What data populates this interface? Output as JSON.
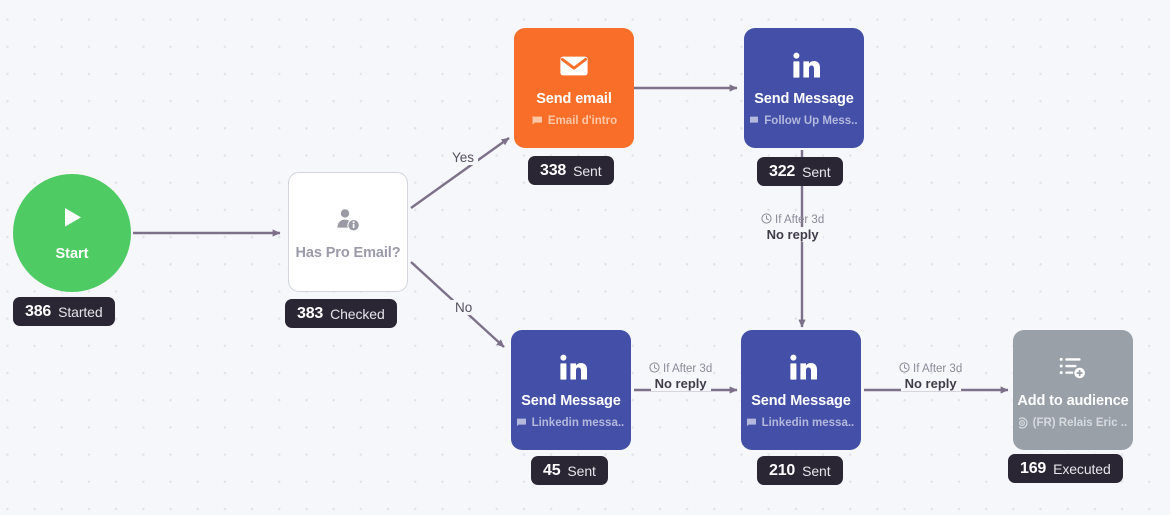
{
  "canvas": {
    "background": "#f6f7fa",
    "dot_color": "#e2e3e9"
  },
  "colors": {
    "start_green": "#4ecb62",
    "email_orange": "#f96f2a",
    "linkedin_blue": "#4450a8",
    "audience_grey": "#99a0a8",
    "badge_dark": "#2b2633",
    "edge_grey": "#7d7189"
  },
  "nodes": {
    "start": {
      "label": "Start",
      "icon": "play-icon",
      "badge": {
        "count": "386",
        "label": "Started"
      }
    },
    "condition": {
      "title": "Has Pro Email?",
      "icon": "person-info-icon",
      "badge": {
        "count": "383",
        "label": "Checked"
      }
    },
    "send_email": {
      "title": "Send email",
      "subtitle": "Email d'intro",
      "icon": "envelope-icon",
      "sub_icon": "flag-icon",
      "badge": {
        "count": "338",
        "label": "Sent"
      }
    },
    "follow_up": {
      "title": "Send Message",
      "subtitle": "Follow Up Mess...",
      "icon": "linkedin-icon",
      "sub_icon": "flag-icon",
      "badge": {
        "count": "322",
        "label": "Sent"
      }
    },
    "linkedin_first": {
      "title": "Send Message",
      "subtitle": "Linkedin messa...",
      "icon": "linkedin-icon",
      "sub_icon": "flag-icon",
      "badge": {
        "count": "45",
        "label": "Sent"
      }
    },
    "linkedin_second": {
      "title": "Send Message",
      "subtitle": "Linkedin messa...",
      "icon": "linkedin-icon",
      "sub_icon": "flag-icon",
      "badge": {
        "count": "210",
        "label": "Sent"
      }
    },
    "add_audience": {
      "title": "Add to audience",
      "subtitle": "(FR) Relais Eric ...",
      "icon": "list-add-icon",
      "sub_icon": "target-icon",
      "badge": {
        "count": "169",
        "label": "Executed"
      }
    }
  },
  "edges": {
    "yes": {
      "label": "Yes"
    },
    "no": {
      "label": "No"
    },
    "delay_down": {
      "condition": "If After 3d",
      "label": "No reply",
      "icon": "clock-icon"
    },
    "delay_mid": {
      "condition": "If After 3d",
      "label": "No reply",
      "icon": "clock-icon"
    },
    "delay_right": {
      "condition": "If After 3d",
      "label": "No reply",
      "icon": "clock-icon"
    }
  }
}
